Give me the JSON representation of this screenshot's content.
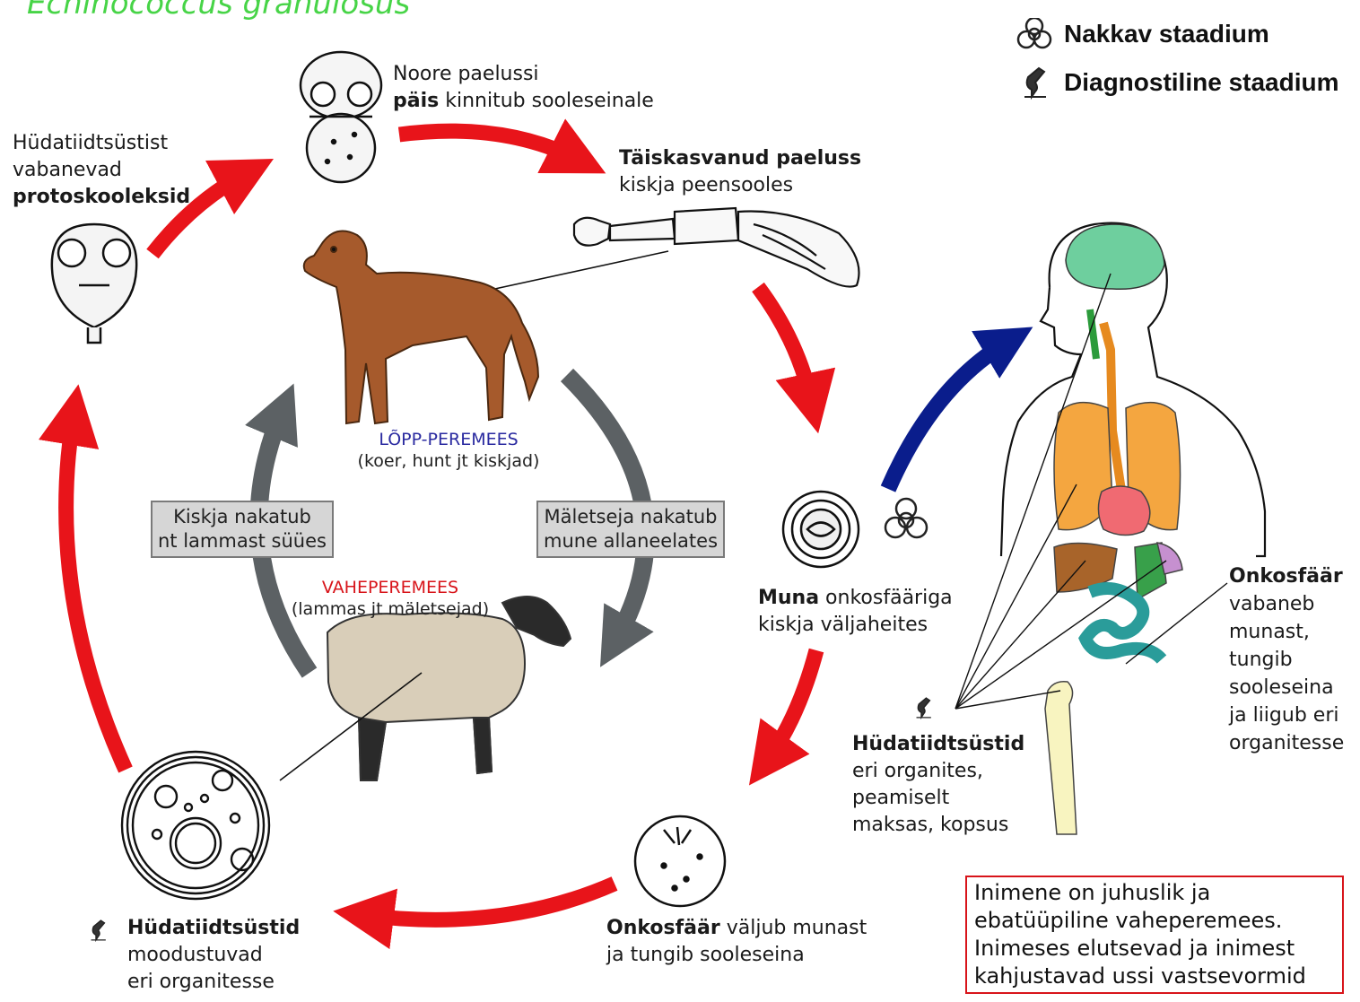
{
  "title": "Echinococcus granulosus",
  "legend": {
    "infective": "Nakkav staadium",
    "diagnostic": "Diagnostiline staadium",
    "infective_icon": "biohazard-icon",
    "diagnostic_icon": "microscope-icon"
  },
  "stages": {
    "scolex": {
      "line1": "Noore paelussi",
      "bold": "päis",
      "rest": " kinnitub sooleseinale"
    },
    "adult": {
      "bold": "Täiskasvanud paeluss",
      "line2": "kiskja peensooles"
    },
    "protoscolex": {
      "line1": "Hüdatiidtsüstist",
      "line2": "vabanevad",
      "bold": "protoskooleksid"
    },
    "egg": {
      "bold": "Muna",
      "rest": " onkosfääriga",
      "line2": "kiskja väljaheites"
    },
    "oncosphere_out": {
      "bold": "Onkosfäär",
      "rest": " väljub munast",
      "line2": "ja tungib sooleseina"
    },
    "cysts": {
      "bold": "Hüdatiidtsüstid",
      "line2": "moodustuvad",
      "line3": "eri organitesse"
    },
    "human_cysts": {
      "bold": "Hüdatiidtsüstid",
      "line2": "eri organites,",
      "line3": "peamiselt",
      "line4": "maksas, kopsus"
    },
    "human_oncosphere": {
      "bold": "Onkosfäär",
      "line2": "vabaneb",
      "line3": "munast,",
      "line4": "tungib",
      "line5": "sooleseina",
      "line6": "ja liigub eri",
      "line7": "organitesse"
    }
  },
  "hosts": {
    "definitive": {
      "name": "LÕPP-PEREMEES",
      "desc": "(koer, hunt jt kiskjad)"
    },
    "intermediate": {
      "name": "VAHEPEREMEES",
      "desc": "(lammas jt mäletsejad)"
    }
  },
  "boxes": {
    "left": {
      "line1": "Kiskja nakatub",
      "line2": "nt lammast süües"
    },
    "right": {
      "line1": "Mäletseja nakatub",
      "line2": "mune allaneelates"
    }
  },
  "note": {
    "line1": "Inimene on juhuslik ja",
    "line2": "ebatüüpiline vaheperemees.",
    "line3": "Inimeses elutsevad ja inimest",
    "line4": "kahjustavad ussi vastsevormid"
  },
  "colors": {
    "cycle_arrow": "#e8141a",
    "inner_arrow": "#5c6164",
    "human_arrow": "#0a1d8c",
    "title": "#47d447",
    "definitive_host": "#2a2aa0",
    "intermediate_host": "#d8141a",
    "note_border": "#d8141a",
    "dog": "#a0522d",
    "sheep": "#d8cdb8"
  }
}
